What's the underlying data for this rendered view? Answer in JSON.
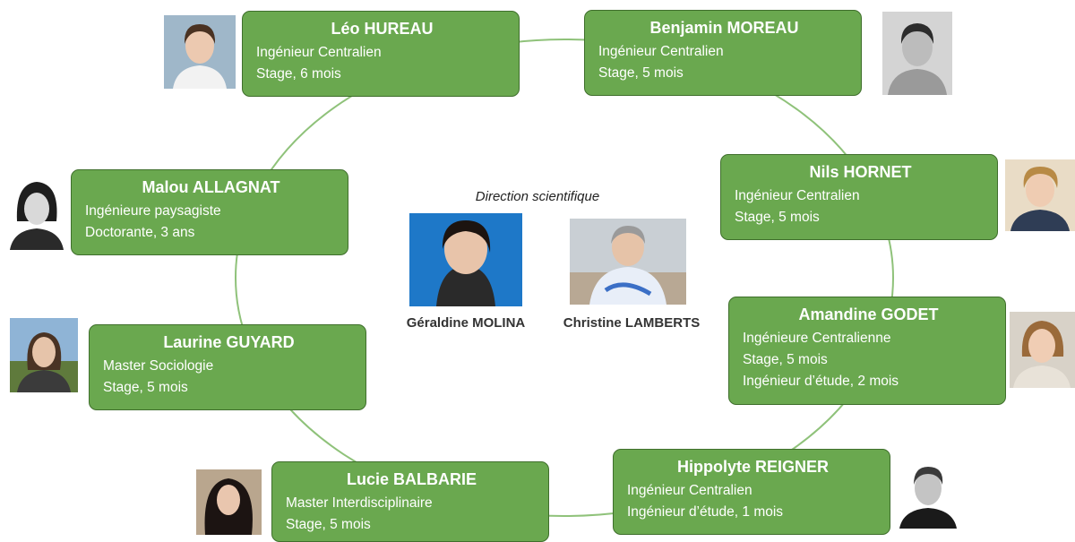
{
  "colors": {
    "card_fill": "#6aa84f",
    "card_border": "#3f6f2c",
    "ring": "#8fc27a",
    "text": "#ffffff"
  },
  "direction": {
    "title": "Direction scientifique",
    "leads": [
      {
        "name": "Géraldine MOLINA",
        "photo": "portrait-photo"
      },
      {
        "name": "Christine LAMBERTS",
        "photo": "portrait-photo"
      }
    ]
  },
  "members": [
    {
      "name": "Léo HUREAU",
      "lines": [
        "Ingénieur Centralien",
        "Stage, 6 mois"
      ]
    },
    {
      "name": "Benjamin MOREAU",
      "lines": [
        "Ingénieur Centralien",
        "Stage, 5 mois"
      ]
    },
    {
      "name": "Nils HORNET",
      "lines": [
        "Ingénieur Centralien",
        "Stage, 5 mois"
      ]
    },
    {
      "name": "Amandine GODET",
      "lines": [
        "Ingénieure Centralienne",
        "Stage, 5 mois",
        "Ingénieur d’étude, 2 mois"
      ]
    },
    {
      "name": "Hippolyte REIGNER",
      "lines": [
        "Ingénieur Centralien",
        "Ingénieur d’étude, 1 mois"
      ]
    },
    {
      "name": "Lucie BALBARIE",
      "lines": [
        "Master Interdisciplinaire",
        "Stage, 5 mois"
      ]
    },
    {
      "name": "Laurine GUYARD",
      "lines": [
        "Master Sociologie",
        "Stage, 5 mois"
      ]
    },
    {
      "name": "Malou ALLAGNAT",
      "lines": [
        "Ingénieure paysagiste",
        "Doctorante, 3 ans"
      ]
    }
  ]
}
